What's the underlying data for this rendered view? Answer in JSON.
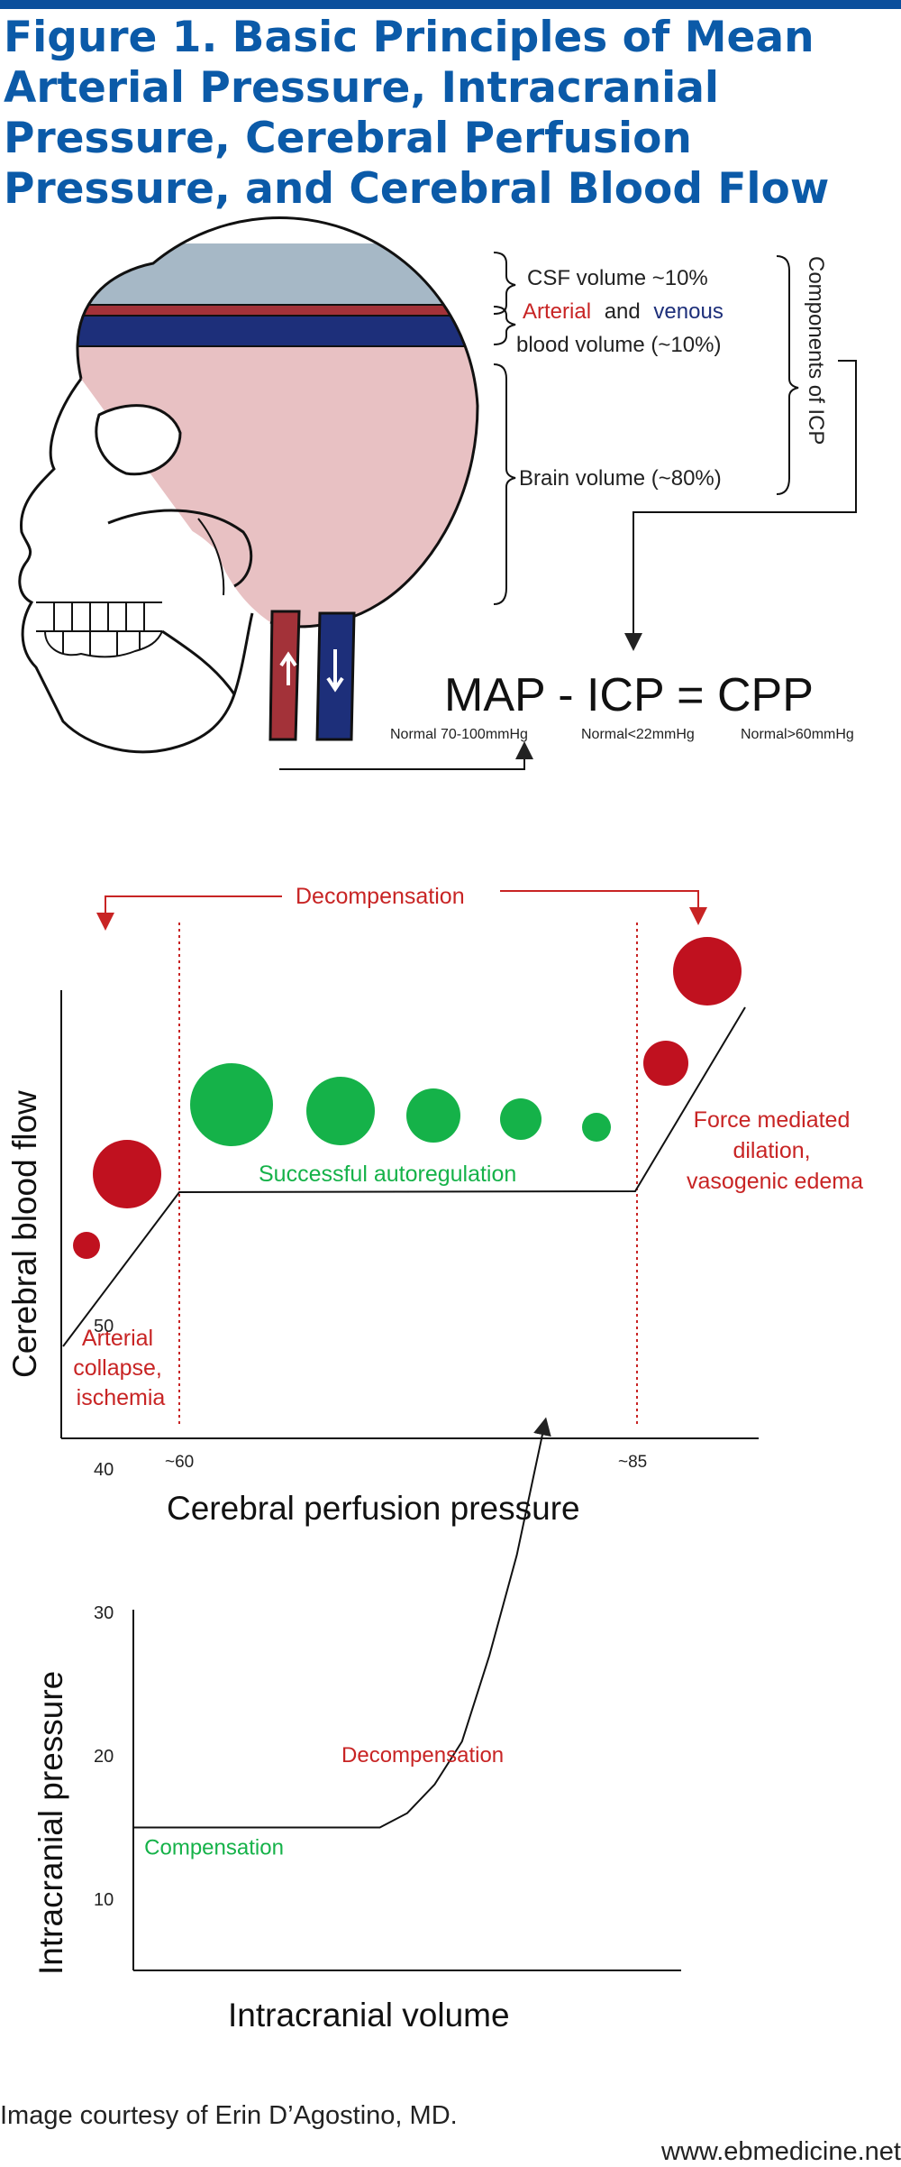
{
  "figure_title": "Figure 1. Basic Principles of Mean Arterial Pressure, Intracranial Pressure, Cerebral Perfusion Pressure, and Cerebral Blood Flow",
  "head_panel": {
    "csf_label": "CSF volume ~10%",
    "arterial_word": "Arterial",
    "and_word": "and",
    "venous_word": "venous",
    "blood_label": "blood volume (~10%)",
    "brain_label": "Brain volume (~80%)",
    "components_label": "Components of ICP",
    "equation": "MAP - ICP = CPP",
    "map_normal": "Normal 70-100mmHg",
    "icp_normal": "Normal<22mmHg",
    "cpp_normal": "Normal>60mmHg"
  },
  "autoregulation_panel": {
    "decompensation_label": "Decompensation",
    "ylabel": "Cerebral blood flow",
    "xlabel": "Cerebral perfusion pressure",
    "tick_low": "~60",
    "tick_high": "~85",
    "success_label": "Successful autoregulation",
    "left_label_lines": [
      "Arterial",
      "collapse,",
      "ischemia"
    ],
    "right_label_lines": [
      "Force mediated",
      "dilation,",
      "vasogenic edema"
    ]
  },
  "chart_data": {
    "type": "line",
    "xlabel": "Intracranial volume",
    "ylabel": "Intracranial pressure",
    "yticks": [
      10,
      20,
      30,
      40,
      50
    ],
    "annotations": [
      "Compensation",
      "Decompensation"
    ],
    "series": [
      {
        "x": [
          0,
          0.1,
          0.2,
          0.3,
          0.4,
          0.45,
          0.5,
          0.55,
          0.6,
          0.65,
          0.7,
          0.75
        ],
        "values": [
          15,
          15,
          15,
          15,
          15,
          15,
          16,
          18,
          21,
          27,
          34,
          43
        ]
      }
    ]
  },
  "colors": {
    "title_blue": "#0b5aa8",
    "arterial_red": "#a33239",
    "venous_blue": "#1d2f7a",
    "brain_pink": "#e8c1c3",
    "csf_gray": "#a6b8c6",
    "green": "#15b249",
    "dark_red": "#c0111f",
    "label_red": "#c82424"
  },
  "footer": {
    "credit": "Image courtesy of Erin D’Agostino, MD.",
    "url": "www.ebmedicine.net"
  }
}
